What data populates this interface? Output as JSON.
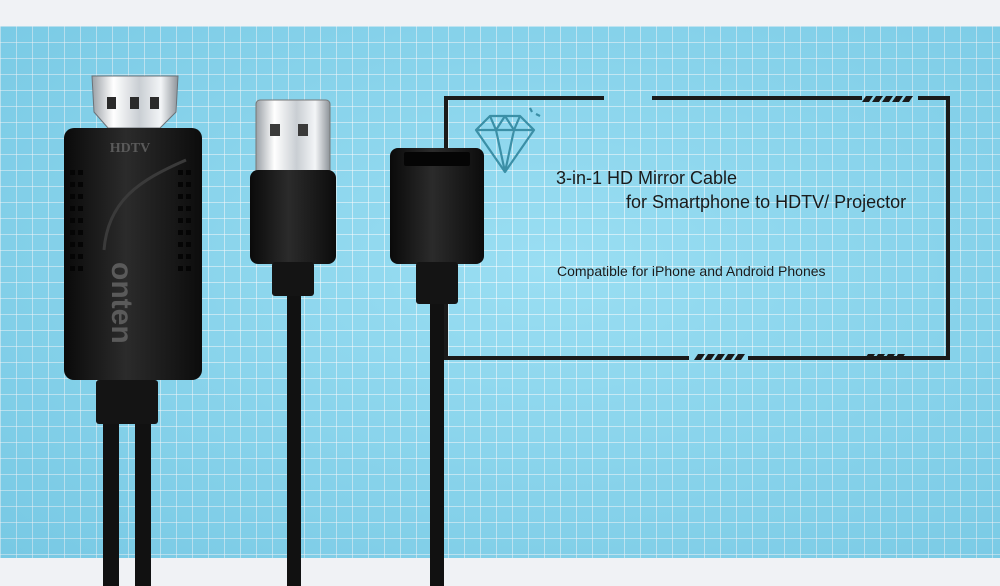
{
  "product": {
    "brand": "onten",
    "plug_label": "HDTV",
    "icon": "diamond-icon"
  },
  "headline": {
    "line1": "3-in-1 HD Mirror Cable",
    "line2": "for Smartphone to HDTV/ Projector"
  },
  "tagline": "Compatible for iPhone and Android Phones",
  "colors": {
    "background_grid": "#88d8f0",
    "frame": "#1a1a1a",
    "cable": "#111111",
    "diamond": "#3b8fa6"
  }
}
